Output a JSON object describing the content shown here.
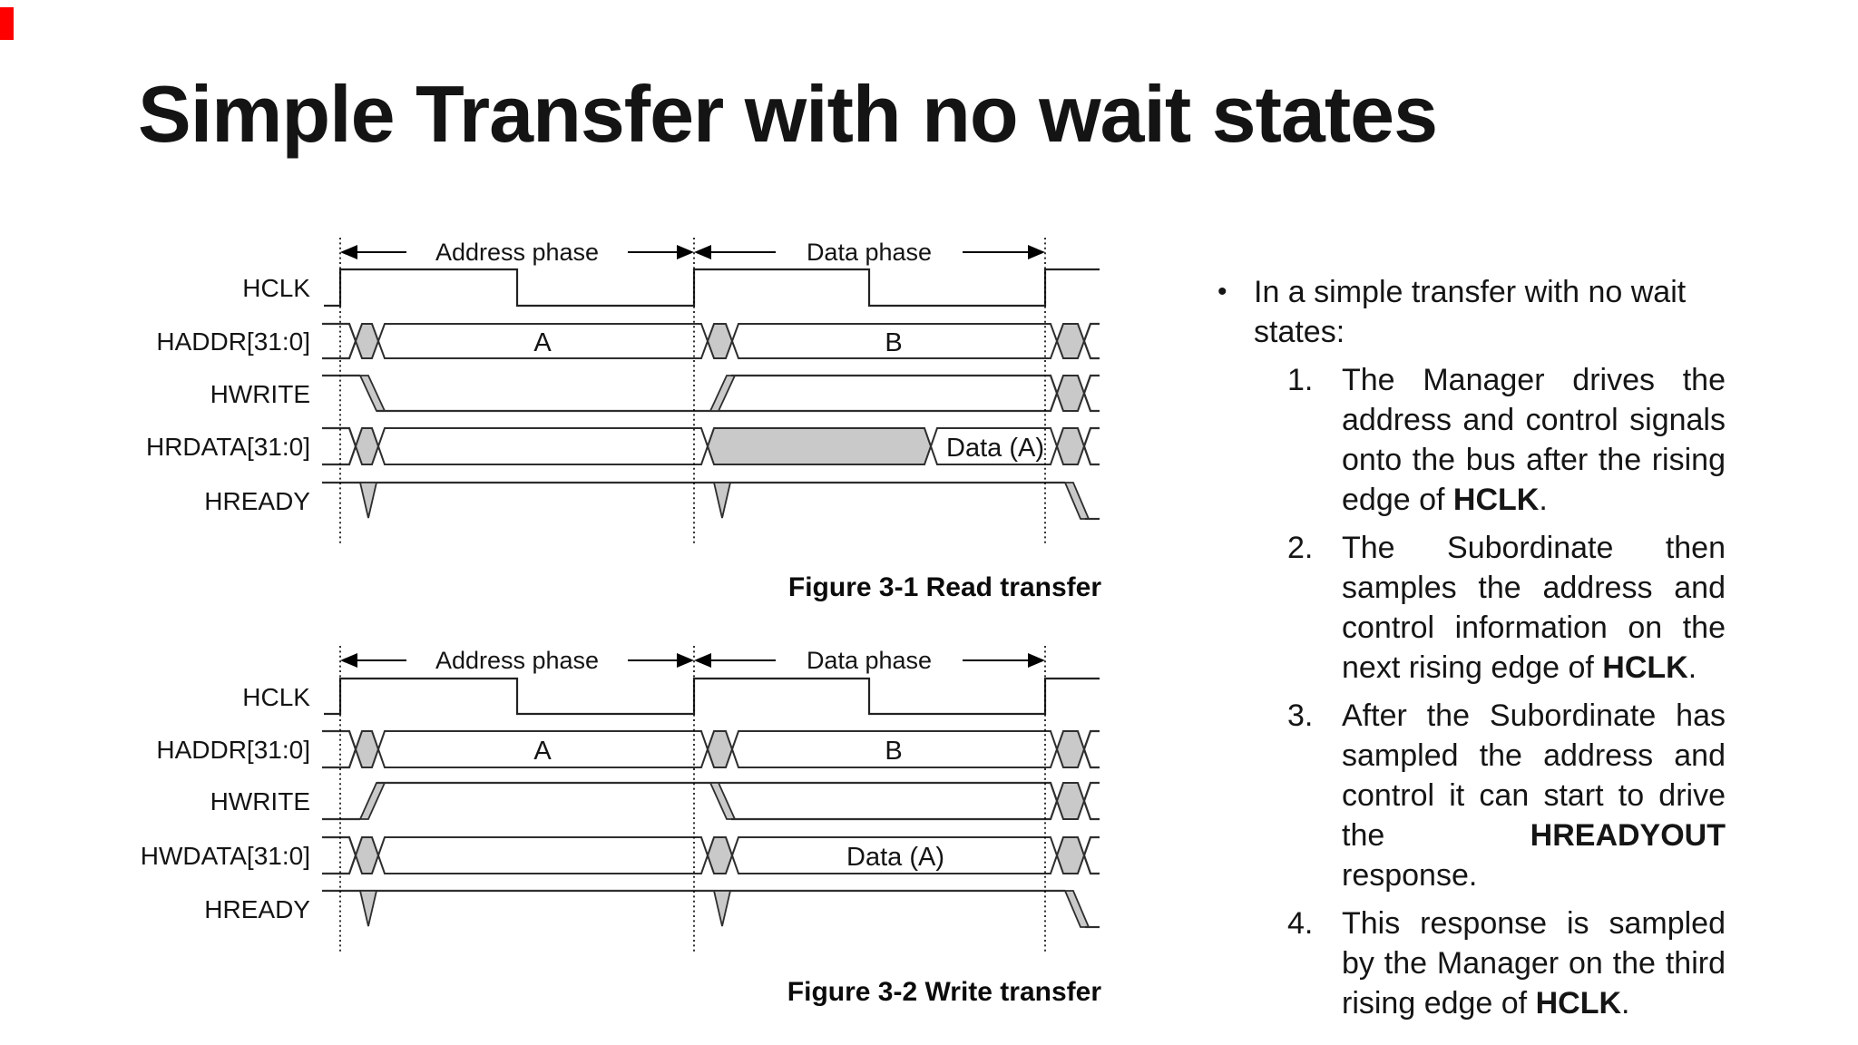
{
  "slide": {
    "title": "Simple Transfer with no wait states"
  },
  "figures": [
    {
      "caption": "Figure 3-1 Read transfer",
      "phase_labels": {
        "address": "Address phase",
        "data": "Data phase"
      },
      "signals": [
        "HCLK",
        "HADDR[31:0]",
        "HWRITE",
        "HRDATA[31:0]",
        "HREADY"
      ],
      "bus_values": {
        "a": "A",
        "b": "B",
        "data": "Data (A)"
      }
    },
    {
      "caption": "Figure 3-2 Write transfer",
      "phase_labels": {
        "address": "Address phase",
        "data": "Data phase"
      },
      "signals": [
        "HCLK",
        "HADDR[31:0]",
        "HWRITE",
        "HWDATA[31:0]",
        "HREADY"
      ],
      "bus_values": {
        "a": "A",
        "b": "B",
        "data": "Data (A)"
      }
    }
  ],
  "notes": {
    "bullet_marker": "•",
    "bullet": "In a simple transfer with no wait states:",
    "items": [
      {
        "num": "1.",
        "pre": "The Manager drives the address and control signals onto the bus after the rising edge of ",
        "bold": "HCLK",
        "post": "."
      },
      {
        "num": "2.",
        "pre": "The Subordinate then samples the address and control information on the next rising edge of ",
        "bold": "HCLK",
        "post": "."
      },
      {
        "num": "3.",
        "pre": "After the Subordinate has sampled the address and control it can start to drive the ",
        "bold": "HREADYOUT",
        "post": " response."
      },
      {
        "num": "4.",
        "pre": "This response is sampled by the Manager on the third rising edge of ",
        "bold": "HCLK",
        "post": "."
      }
    ]
  }
}
